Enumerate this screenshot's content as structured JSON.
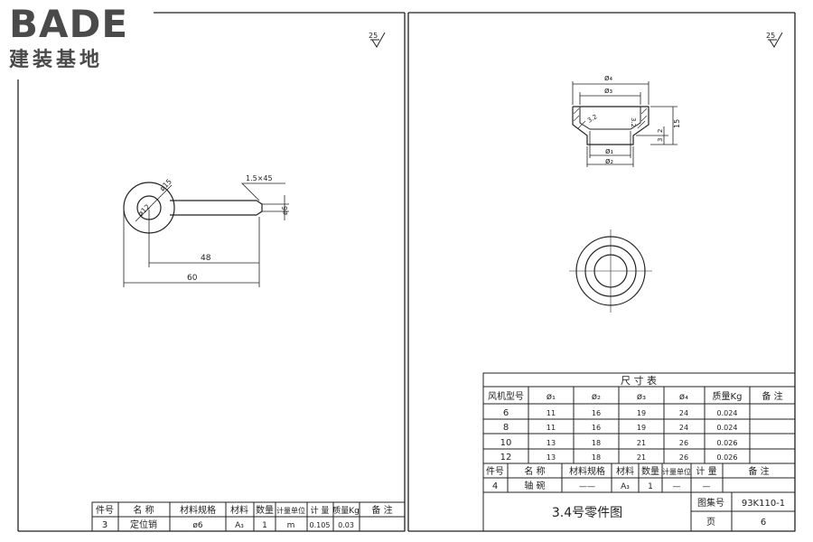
{
  "logo": {
    "brand": "BADE",
    "subtitle": "建装基地"
  },
  "roughness": {
    "left": "25",
    "right": "25"
  },
  "left_sheet": {
    "pin_dims": {
      "ring_outer": "ø15",
      "ring_inner": "ø12",
      "chamfer": "1.5×45",
      "shaft_dia": "ø6",
      "len_48": "48",
      "len_60": "60"
    },
    "parts_table": {
      "headers": [
        "件号",
        "名 称",
        "材料规格",
        "材料",
        "数量",
        "计量单位",
        "计 量",
        "质量Kg",
        "备 注"
      ],
      "row": [
        "3",
        "定位销",
        "ø6",
        "A₃",
        "1",
        "m",
        "0.105",
        "0.03",
        ""
      ]
    }
  },
  "right_sheet": {
    "bushing_dims": {
      "phi4": "ø₄",
      "phi3": "ø₃",
      "phi1": "ø₁",
      "phi2": "ø₂",
      "r1": "3.2",
      "r2": "3.2",
      "h15": "15",
      "h3": "3",
      "h2": "2"
    },
    "size_table": {
      "title": "尺 寸 表",
      "headers": [
        "风机型号",
        "ø₁",
        "ø₂",
        "ø₃",
        "ø₄",
        "质量Kg",
        "备 注"
      ],
      "rows": [
        [
          "6",
          "11",
          "16",
          "19",
          "24",
          "0.024",
          ""
        ],
        [
          "8",
          "11",
          "16",
          "19",
          "24",
          "0.024",
          ""
        ],
        [
          "10",
          "13",
          "18",
          "21",
          "26",
          "0.026",
          ""
        ],
        [
          "12",
          "13",
          "18",
          "21",
          "26",
          "0.026",
          ""
        ]
      ]
    },
    "parts_table": {
      "headers": [
        "件号",
        "名 称",
        "材料规格",
        "材料",
        "数量",
        "计量单位",
        "计 量",
        "备 注"
      ],
      "row": [
        "4",
        "轴 碗",
        "——",
        "A₃",
        "1",
        "—",
        "—",
        ""
      ]
    },
    "title_block": {
      "drawing_title": "3.4号零件图",
      "atlas_label": "图集号",
      "atlas_value": "93K110-1",
      "page_label": "页",
      "page_value": "6"
    }
  }
}
